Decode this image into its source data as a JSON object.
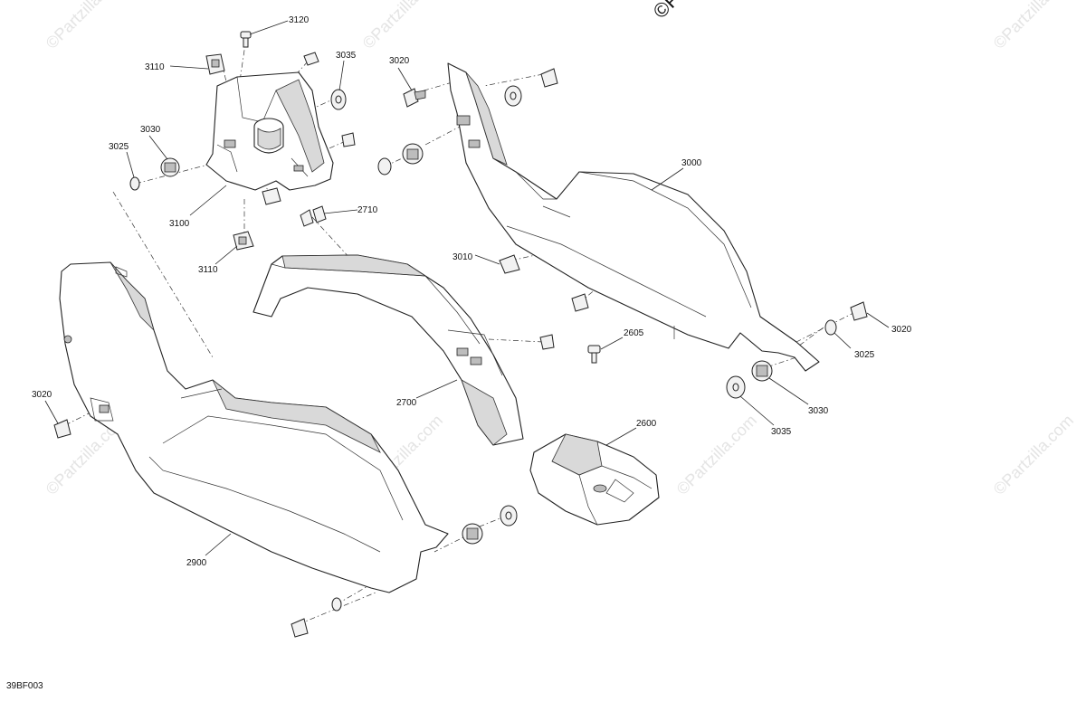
{
  "diagram": {
    "copyright": "©Partzilla",
    "watermark": "©Partzilla.com",
    "drawing_code": "39BF003",
    "callouts": [
      "3120",
      "3110",
      "3035",
      "3020",
      "3030",
      "3025",
      "3100",
      "3110",
      "2710",
      "3000",
      "3010",
      "3020",
      "3025",
      "3030",
      "3035",
      "2605",
      "2700",
      "2600",
      "3020",
      "2900"
    ],
    "parts": [
      "bracket-3100",
      "panel-2700",
      "panel-3000",
      "panel-2900",
      "tray-2600"
    ]
  }
}
